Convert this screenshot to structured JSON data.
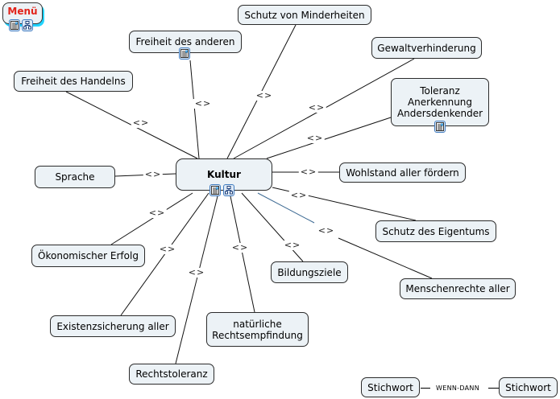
{
  "menu": {
    "label": "Menü",
    "icons": [
      "notes-icon",
      "hierarchy-icon"
    ]
  },
  "center": {
    "label": "Kultur",
    "icons": [
      "notes-icon",
      "hierarchy-icon"
    ]
  },
  "link_label": "<>",
  "nodes": [
    {
      "id": "schutz-minderheiten",
      "label": "Schutz von Minderheiten"
    },
    {
      "id": "freiheit-anderen",
      "label": "Freiheit des anderen",
      "icon": "notes-icon"
    },
    {
      "id": "gewaltverhinderung",
      "label": "Gewaltverhinderung"
    },
    {
      "id": "freiheit-handelns",
      "label": "Freiheit des Handelns"
    },
    {
      "id": "toleranz",
      "label": "Toleranz\nAnerkennung\nAndersdenkender",
      "icon": "notes-icon"
    },
    {
      "id": "sprache",
      "label": "Sprache"
    },
    {
      "id": "wohlstand",
      "label": "Wohlstand aller fördern"
    },
    {
      "id": "schutz-eigentums",
      "label": "Schutz des Eigentums"
    },
    {
      "id": "oekonomischer-erfolg",
      "label": "Ökonomischer Erfolg"
    },
    {
      "id": "bildungsziele",
      "label": "Bildungsziele"
    },
    {
      "id": "menschenrechte",
      "label": "Menschenrechte aller"
    },
    {
      "id": "existenzsicherung",
      "label": "Existenzsicherung aller"
    },
    {
      "id": "rechtsempfindung",
      "label": "natürliche\nRechtsempfindung"
    },
    {
      "id": "rechtstoleranz",
      "label": "Rechtstoleranz"
    }
  ],
  "legend": {
    "left": "Stichwort",
    "relation": "WENN-DANN",
    "right": "Stichwort"
  },
  "colors": {
    "node_fill": "#ecf2f6",
    "menu_text": "#e2231a",
    "menu_shadow": "#22d4ff",
    "highlight_link": "#3d6a93"
  }
}
